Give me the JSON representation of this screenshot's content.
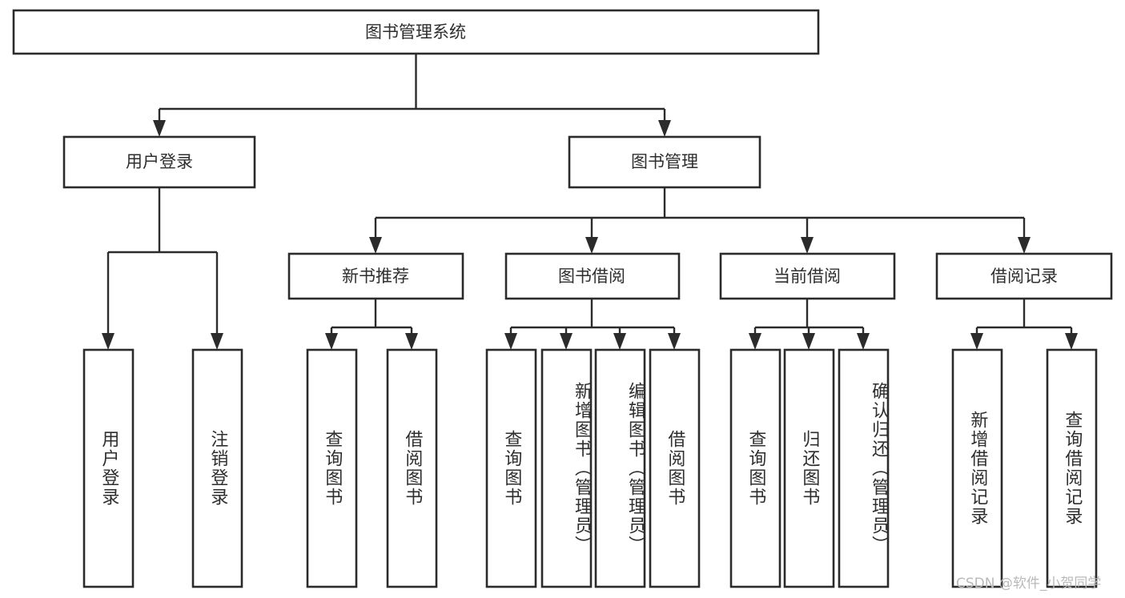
{
  "diagram": {
    "type": "tree-hierarchy",
    "title": "图书管理系统功能结构图",
    "root": {
      "label": "图书管理系统"
    },
    "level2": [
      {
        "id": "user-login",
        "label": "用户登录"
      },
      {
        "id": "book-manage",
        "label": "图书管理"
      }
    ],
    "level3": [
      {
        "id": "new-book-recommend",
        "label": "新书推荐",
        "parent": "book-manage"
      },
      {
        "id": "book-borrow",
        "label": "图书借阅",
        "parent": "book-manage"
      },
      {
        "id": "current-borrow",
        "label": "当前借阅",
        "parent": "book-manage"
      },
      {
        "id": "borrow-record",
        "label": "借阅记录",
        "parent": "book-manage"
      }
    ],
    "leaves": [
      {
        "id": "leaf-user-login",
        "label": "用户登录",
        "parent": "user-login"
      },
      {
        "id": "leaf-user-logout",
        "label": "注销登录",
        "parent": "user-login"
      },
      {
        "id": "leaf-rec-query-book",
        "label": "查询图书",
        "parent": "new-book-recommend"
      },
      {
        "id": "leaf-rec-borrow-book",
        "label": "借阅图书",
        "parent": "new-book-recommend"
      },
      {
        "id": "leaf-bb-query-book",
        "label": "查询图书",
        "parent": "book-borrow"
      },
      {
        "id": "leaf-bb-add-book",
        "label": "新增图书（管理员）",
        "parent": "book-borrow"
      },
      {
        "id": "leaf-bb-edit-book",
        "label": "编辑图书（管理员）",
        "parent": "book-borrow"
      },
      {
        "id": "leaf-bb-borrow-book",
        "label": "借阅图书",
        "parent": "book-borrow"
      },
      {
        "id": "leaf-cb-query-book",
        "label": "查询图书",
        "parent": "current-borrow"
      },
      {
        "id": "leaf-cb-return-book",
        "label": "归还图书",
        "parent": "current-borrow"
      },
      {
        "id": "leaf-cb-confirm-return",
        "label": "确认归还（管理员）",
        "parent": "current-borrow"
      },
      {
        "id": "leaf-br-add-record",
        "label": "新增借阅记录",
        "parent": "borrow-record"
      },
      {
        "id": "leaf-br-query-record",
        "label": "查询借阅记录",
        "parent": "borrow-record"
      }
    ],
    "colors": {
      "stroke": "#2b2b2b",
      "fill": "#ffffff",
      "text": "#2e2e2e",
      "watermark": "#b9b9b9"
    }
  },
  "watermark": {
    "text": "CSDN @软件_小贺同学"
  }
}
